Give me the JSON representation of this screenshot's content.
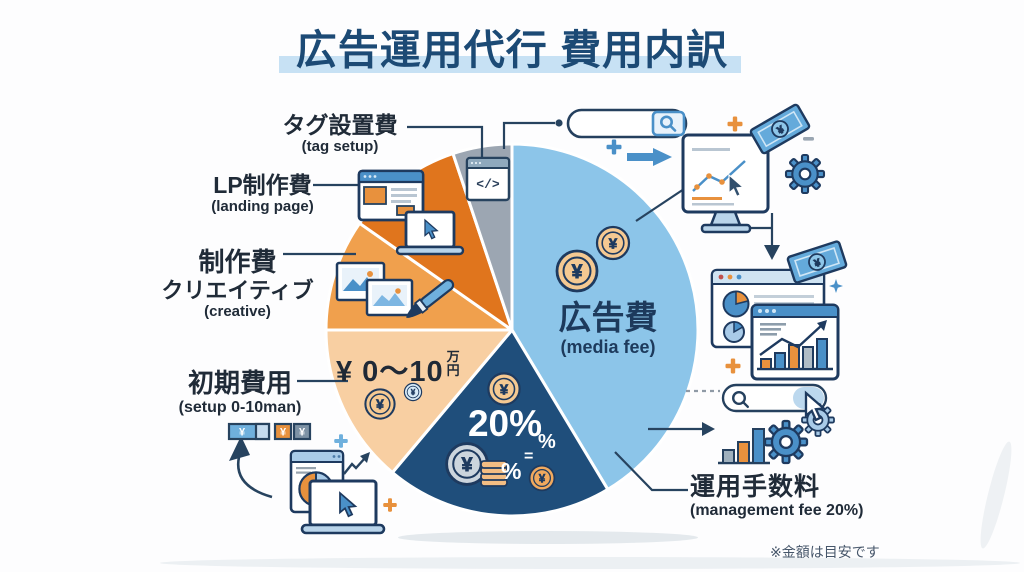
{
  "title": "広告運用代行 費用内訳",
  "footer_note": "※金額は目安です",
  "glyphs": {
    "yen": "¥",
    "code": "</>"
  },
  "callouts": {
    "tag_setup": {
      "jp": "タグ設置費",
      "en": "(tag setup)"
    },
    "landing_page": {
      "jp": "LP制作費",
      "en": "(landing page)"
    },
    "creative": {
      "jp": "制作費",
      "jp2": "クリエイティブ",
      "en": "(creative)"
    },
    "setup": {
      "jp": "初期費用",
      "en": "(setup 0-10man)"
    },
    "management_fee": {
      "jp": "運用手数料",
      "en": "(management fee 20%)"
    }
  },
  "pie_texts": {
    "media_fee": {
      "jp": "広告費",
      "en": "(media fee)"
    },
    "management_pct": "20%",
    "pct_small_1": "%",
    "equals": "=",
    "pct_small_2": "%",
    "setup_range": "¥ 0〜10",
    "unit_man": "万",
    "unit_en": "円"
  },
  "chart_data": {
    "type": "pie",
    "title": "広告運用代行 費用内訳",
    "note": "※金額は目安です",
    "legend_position": "callout-labels",
    "segments": [
      {
        "id": "media-fee",
        "label": "広告費",
        "label_en": "media fee",
        "value_pct": 41,
        "start_deg": 0,
        "end_deg": 149,
        "color": "#8CC5E9"
      },
      {
        "id": "management-fee",
        "label": "運用手数料",
        "label_en": "management fee",
        "value_pct": 20,
        "start_deg": 149,
        "end_deg": 220,
        "color": "#1F4E7B",
        "annotation": "20%"
      },
      {
        "id": "setup",
        "label": "初期費用",
        "label_en": "setup 0-10man",
        "value_pct": 14,
        "start_deg": 220,
        "end_deg": 270,
        "color": "#F8CFA2",
        "annotation": "¥ 0〜10万円"
      },
      {
        "id": "creative",
        "label": "制作費 クリエイティブ",
        "label_en": "creative",
        "value_pct": 10,
        "start_deg": 270,
        "end_deg": 305,
        "color": "#F0A04D"
      },
      {
        "id": "landing-page",
        "label": "LP制作費",
        "label_en": "landing page",
        "value_pct": 10,
        "start_deg": 305,
        "end_deg": 341.5,
        "color": "#E0751D"
      },
      {
        "id": "tag-setup",
        "label": "タグ設置費",
        "label_en": "tag setup",
        "value_pct": 5,
        "start_deg": 341.5,
        "end_deg": 360,
        "color": "#9CA6B2"
      }
    ]
  }
}
